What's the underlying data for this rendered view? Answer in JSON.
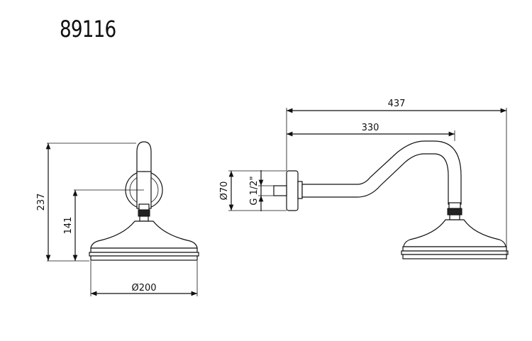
{
  "model_number": "89116",
  "dimensions": {
    "total_height": "237",
    "arm_height": "141",
    "head_diameter": "Ø200",
    "projection_total": "437",
    "projection_arm": "330",
    "flange_diameter": "Ø70",
    "thread": "G 1/2\""
  }
}
